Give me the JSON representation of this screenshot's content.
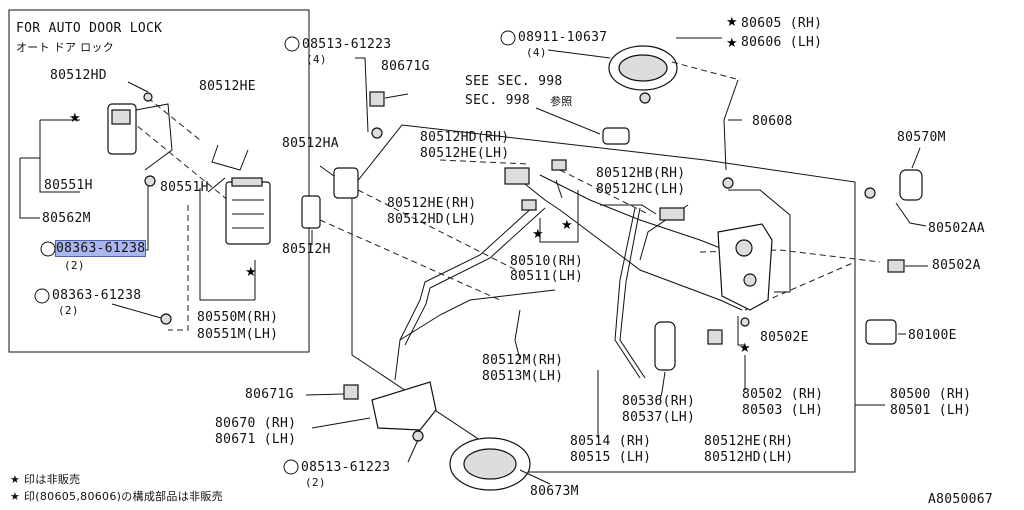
{
  "inset": {
    "title_en": "FOR AUTO DOOR LOCK",
    "title_jp": "オート  ドア  ロック",
    "labels": {
      "p80512hd": "80512HD",
      "p80512he": "80512HE",
      "p80551h_a": "80551H",
      "p80551h_b": "80551H",
      "p80562m": "80562M",
      "bolt_a_code": "08363-61238",
      "bolt_a_qty": "(2)",
      "bolt_b_code": "08363-61238",
      "bolt_b_qty": "(2)",
      "p80550m": "80550M(RH)",
      "p80551m": "80551M(LH)"
    }
  },
  "labels": {
    "s08513_top": "08513-61223",
    "s08513_top_qty": "(4)",
    "p80671g_top": "80671G",
    "p80512ha": "80512HA",
    "p80512h": "80512H",
    "n08911": "08911-10637",
    "n08911_qty": "(4)",
    "p80605": "80605 (RH)",
    "p80606": "80606 (LH)",
    "see_sec": "SEE SEC. 998",
    "sec_ref": "SEC. 998",
    "sec_ref_jp": "参照",
    "p80608": "80608",
    "p80570m": "80570M",
    "p80512hd_rh": "80512HD(RH)",
    "p80512he_lh": "80512HE(LH)",
    "p80512hb_rh": "80512HB(RH)",
    "p80512hc_lh": "80512HC(LH)",
    "p80512he_rh": "80512HE(RH)",
    "p80512hd_lh": "80512HD(LH)",
    "p80502aa": "80502AA",
    "p80502a": "80502A",
    "p80510": "80510(RH)",
    "p80511": "80511(LH)",
    "p80502e": "80502E",
    "p80100e": "80100E",
    "p80512m": "80512M(RH)",
    "p80513m": "80513M(LH)",
    "p80671g_bot": "80671G",
    "p80670": "80670 (RH)",
    "p80671": "80671 (LH)",
    "p80536": "80536(RH)",
    "p80537": "80537(LH)",
    "p80502": "80502 (RH)",
    "p80503": "80503 (LH)",
    "p80500": "80500 (RH)",
    "p80501": "80501 (LH)",
    "p80514": "80514 (RH)",
    "p80515": "80515 (LH)",
    "p80512he_rh2": "80512HE(RH)",
    "p80512hd_lh2": "80512HD(LH)",
    "s08513_bot": "08513-61223",
    "s08513_bot_qty": "(2)",
    "p80673m": "80673M"
  },
  "legend": {
    "line1": "印は非販売",
    "line2": "印(80605,80606)の構成部品は非販売"
  },
  "diagram_id": "A8050067"
}
